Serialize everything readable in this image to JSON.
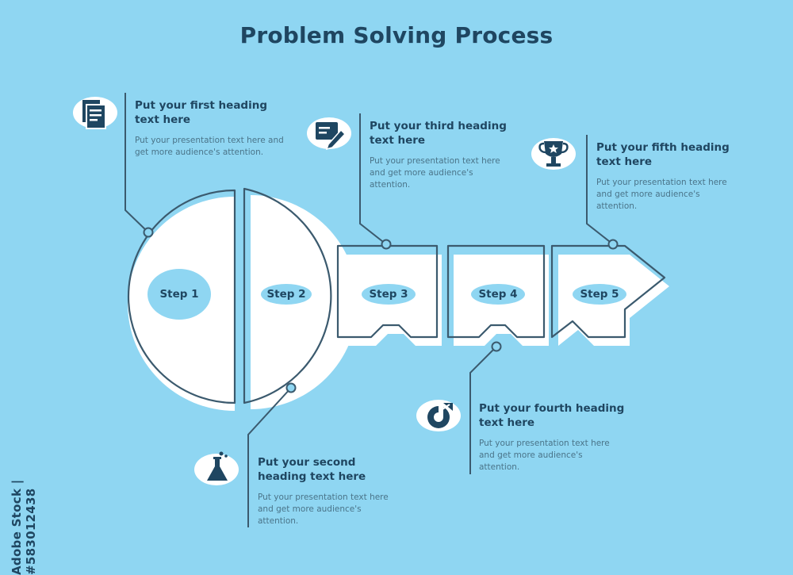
{
  "title": "Problem Solving Process",
  "colors": {
    "background": "#8fd6f2",
    "shape_fill": "#ffffff",
    "outline": "#3b5a6e",
    "label_blob": "#8fd6f2",
    "text_dark": "#1f4661",
    "text_body": "#4a7489"
  },
  "steps": [
    {
      "label": "Step 1",
      "heading": "Put your first heading text here",
      "body": "Put your presentation text here and get more audience's attention.",
      "icon": "document-icon"
    },
    {
      "label": "Step 2",
      "heading": "Put your second heading text here",
      "body": "Put your presentation text here and get more audience's attention.",
      "icon": "flask-icon"
    },
    {
      "label": "Step 3",
      "heading": "Put your third heading text here",
      "body": "Put your presentation text here and get more audience's attention.",
      "icon": "pen-card-icon"
    },
    {
      "label": "Step 4",
      "heading": "Put your fourth heading text here",
      "body": "Put your presentation text here and get more audience's attention.",
      "icon": "pie-chart-icon"
    },
    {
      "label": "Step 5",
      "heading": "Put your fifth heading text here",
      "body": "Put your presentation text here and get more audience's attention.",
      "icon": "trophy-icon"
    }
  ],
  "watermark": "Adobe Stock | #583012438"
}
